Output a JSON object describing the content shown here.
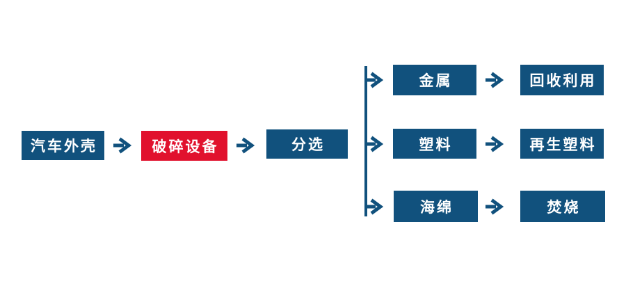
{
  "diagram": {
    "type": "flowchart",
    "title": "",
    "background_color": "#FFFFFF",
    "colors": {
      "node_blue": "#11517D",
      "node_highlight_red": "#E1112D",
      "connector_blue": "#11517D",
      "text_white": "#FFFFFF"
    },
    "main_flow": {
      "input": {
        "label": "汽车外壳"
      },
      "process": {
        "label": "破碎设备",
        "highlighted": true
      },
      "sort": {
        "label": "分选"
      }
    },
    "branches": [
      {
        "material": {
          "label": "金属"
        },
        "outcome": {
          "label": "回收利用"
        }
      },
      {
        "material": {
          "label": "塑料"
        },
        "outcome": {
          "label": "再生塑料"
        }
      },
      {
        "material": {
          "label": "海绵"
        },
        "outcome": {
          "label": "焚烧"
        }
      }
    ]
  }
}
